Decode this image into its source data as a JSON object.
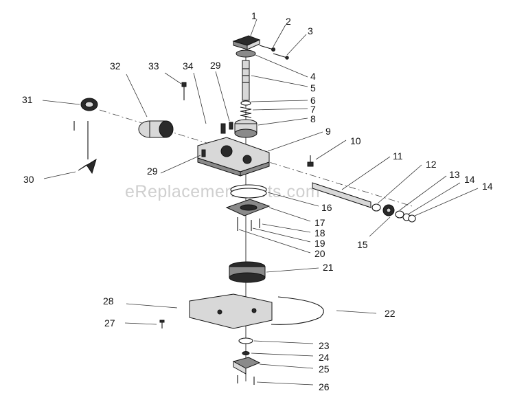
{
  "watermark": "eReplacementParts.com",
  "callouts": {
    "c1": "1",
    "c2": "2",
    "c3": "3",
    "c4": "4",
    "c5": "5",
    "c6": "6",
    "c7": "7",
    "c8": "8",
    "c9": "9",
    "c10": "10",
    "c11": "11",
    "c12": "12",
    "c13": "13",
    "c14a": "14",
    "c14b": "14",
    "c15": "15",
    "c16": "16",
    "c17": "17",
    "c18": "18",
    "c19": "19",
    "c20": "20",
    "c21": "21",
    "c22": "22",
    "c23": "23",
    "c24": "24",
    "c25": "25",
    "c26": "26",
    "c27": "27",
    "c28": "28",
    "c29a": "29",
    "c29b": "29",
    "c30": "30",
    "c31": "31",
    "c32": "32",
    "c33": "33",
    "c34": "34"
  }
}
